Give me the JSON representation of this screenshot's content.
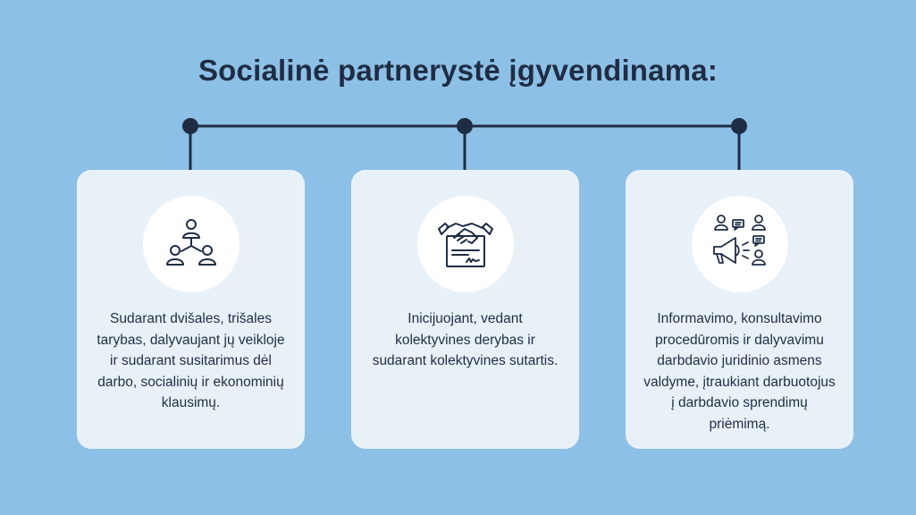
{
  "title": "Socialinė partnerystė įgyvendinama:",
  "colors": {
    "background": "#8dc0e6",
    "card": "#e9f1f8",
    "ink": "#1f2d44"
  },
  "items": [
    {
      "icon": "people-network-icon",
      "text": "Sudarant dvišales, trišales tarybas, dalyvaujant jų veikloje ir sudarant susitarimus dėl darbo, socialinių ir ekonominių klausimų."
    },
    {
      "icon": "handshake-agreement-icon",
      "text": "Inicijuojant, vedant kolektyvines derybas ir sudarant kolektyvines sutartis."
    },
    {
      "icon": "megaphone-people-icon",
      "text": "Informavimo, konsultavimo procedūromis ir dalyvavimu darbdavio juridinio asmens valdyme, įtraukiant darbuotojus į darbdavio sprendimų priėmimą."
    }
  ]
}
